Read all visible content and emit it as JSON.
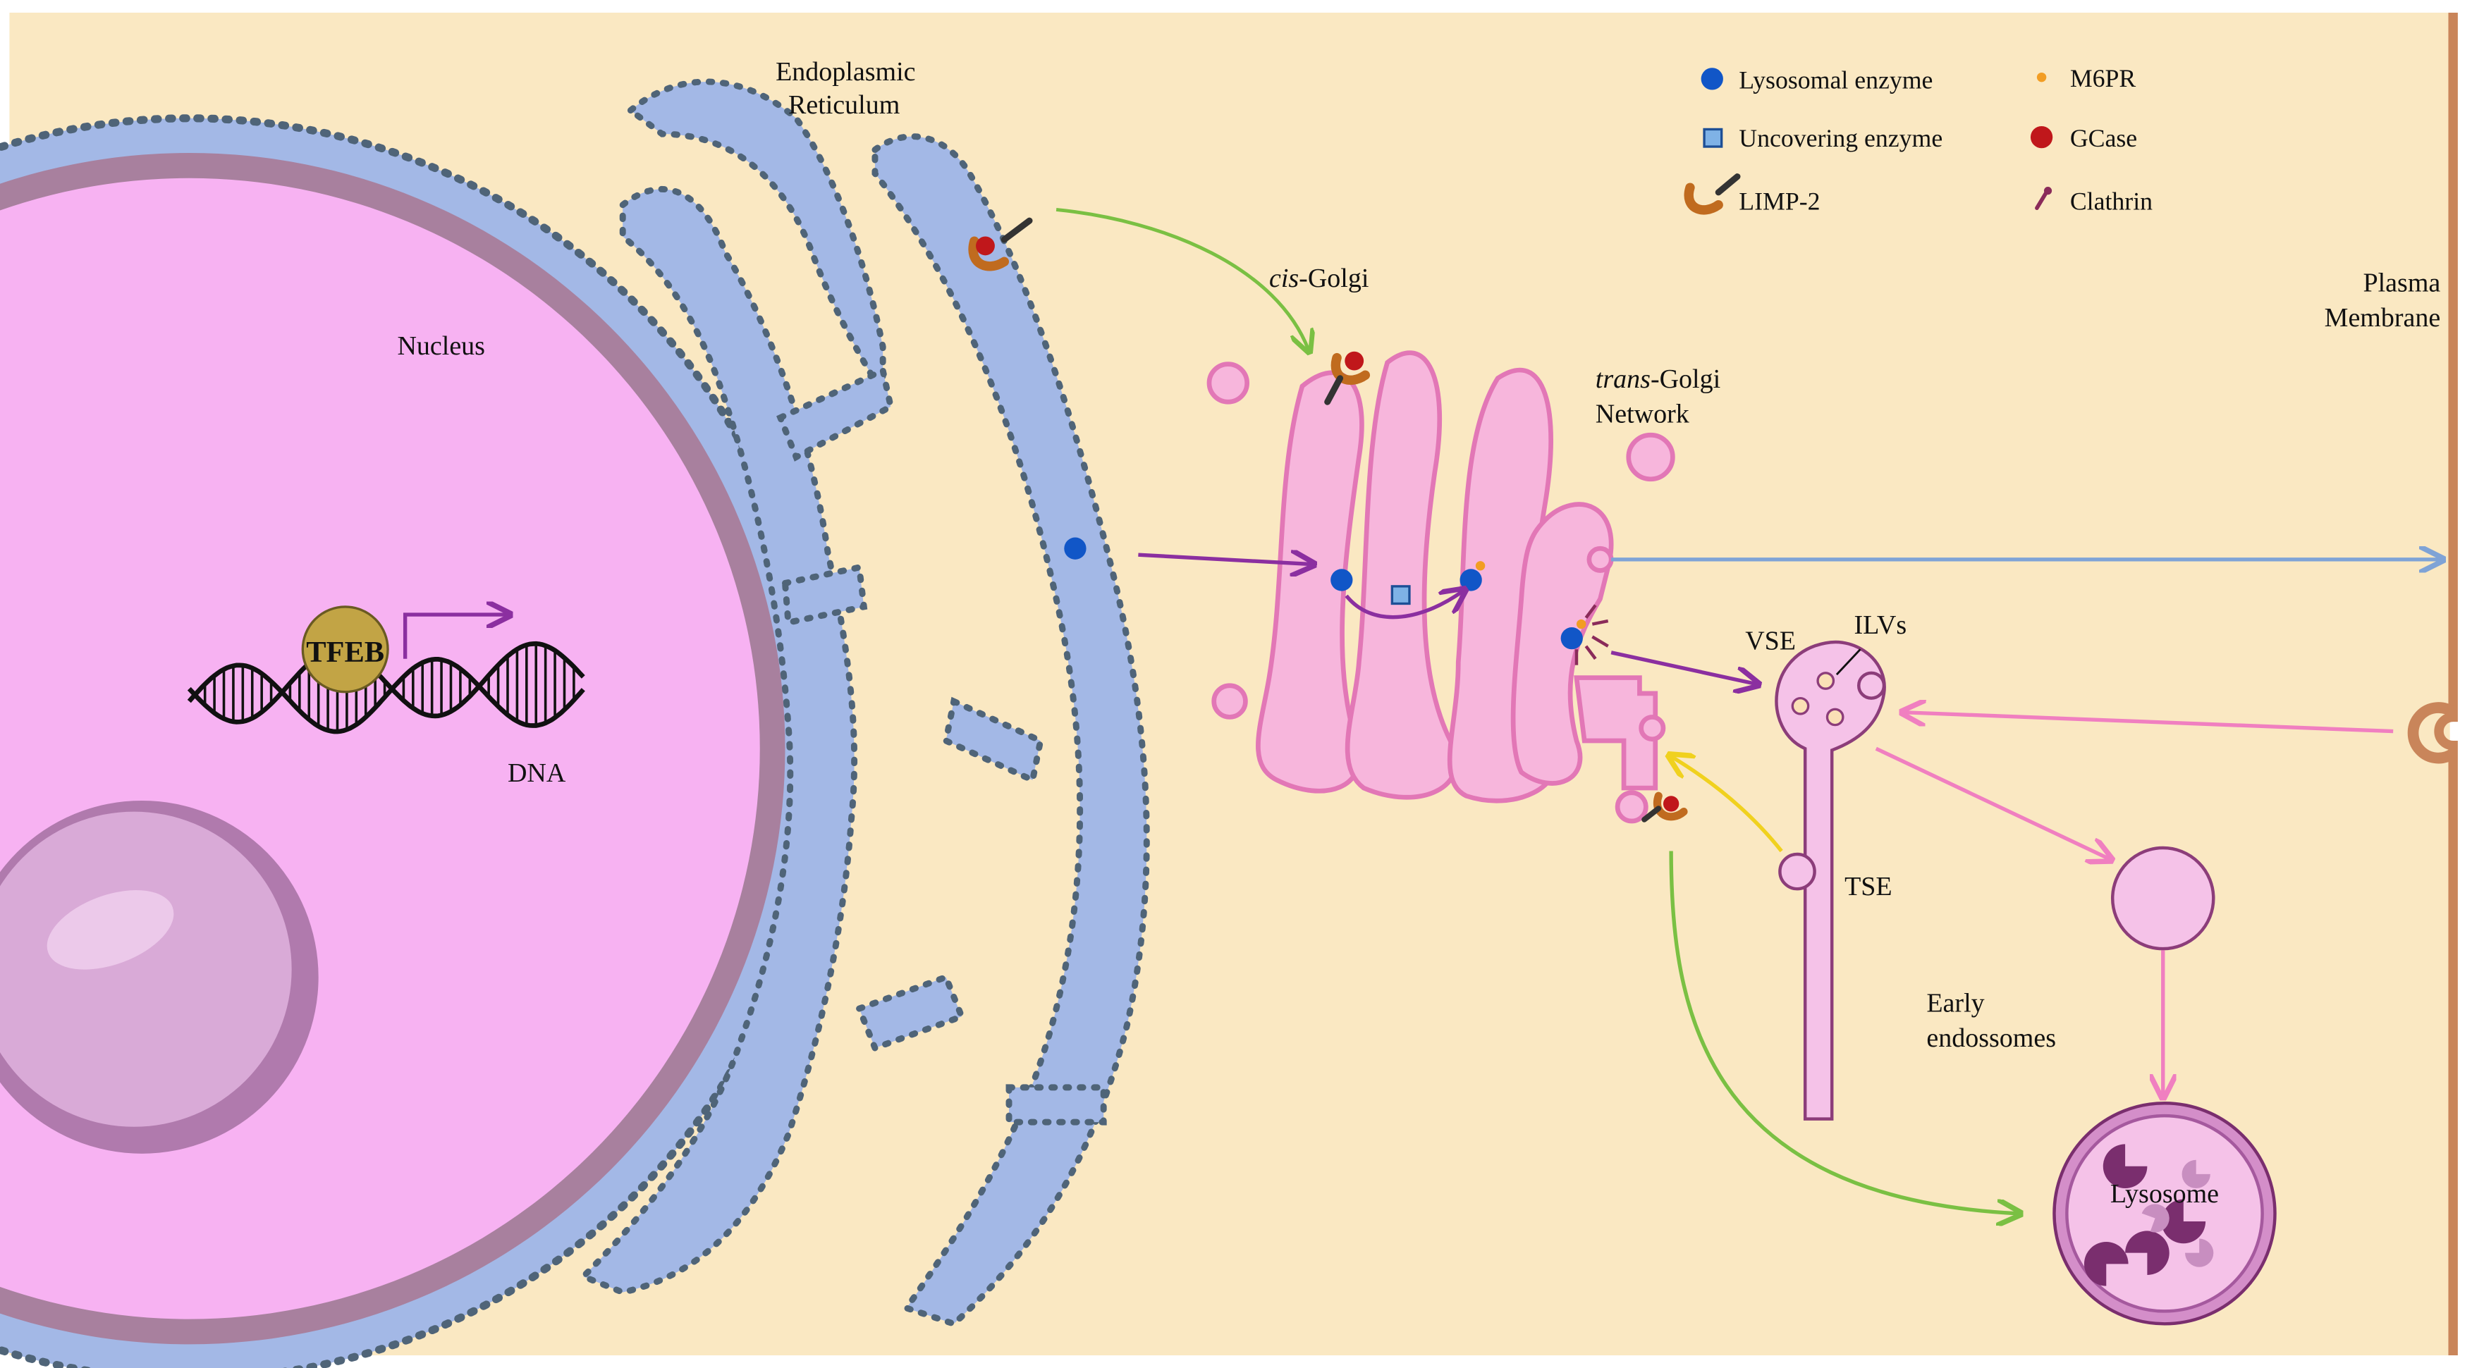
{
  "colors": {
    "cytoplasm": "#fae8c2",
    "nucleus": "#f7b2f2",
    "nuclear_envelope": "#a3b8e6",
    "er": "#a3b8e6",
    "ribosome": "#4f6478",
    "golgi": "#f7b6dc",
    "golgi_rim": "#e277b6",
    "endosome": "#f5c2e8",
    "lysosome": "#a5599e",
    "tfeb": "#c2a445",
    "lysosomal_enzyme": "#1156c7",
    "m6pr": "#f29d23",
    "gcase": "#c0171b",
    "limp2": "#c06b1f",
    "clathrin": "#8a2b5a",
    "plasma_membrane": "#c9855a",
    "arrow_green": "#7ac043",
    "arrow_purple": "#8b2fa0",
    "arrow_blue": "#7fa3d6",
    "arrow_pink": "#f07fc0",
    "arrow_yellow": "#f0d11e"
  },
  "legend": {
    "lysosomal_enzyme": "Lysosomal enzyme",
    "m6pr": "M6PR",
    "uncovering_enzyme": "Uncovering enzyme",
    "gcase": "GCase",
    "limp2": "LIMP-2",
    "clathrin": "Clathrin"
  },
  "labels": {
    "er_line1": "Endoplasmic",
    "er_line2": "Reticulum",
    "nucleus": "Nucleus",
    "tfeb": "TFEB",
    "dna": "DNA",
    "cis_italic": "cis",
    "cis_rest": "-Golgi",
    "trans_italic": "trans",
    "trans_rest": "-Golgi",
    "trans_line2": "Network",
    "plasma_line1": "Plasma",
    "plasma_line2": "Membrane",
    "vse": "VSE",
    "ilvs": "ILVs",
    "tse": "TSE",
    "early_line1": "Early",
    "early_line2": "endossomes",
    "lysosome": "Lysosome"
  }
}
